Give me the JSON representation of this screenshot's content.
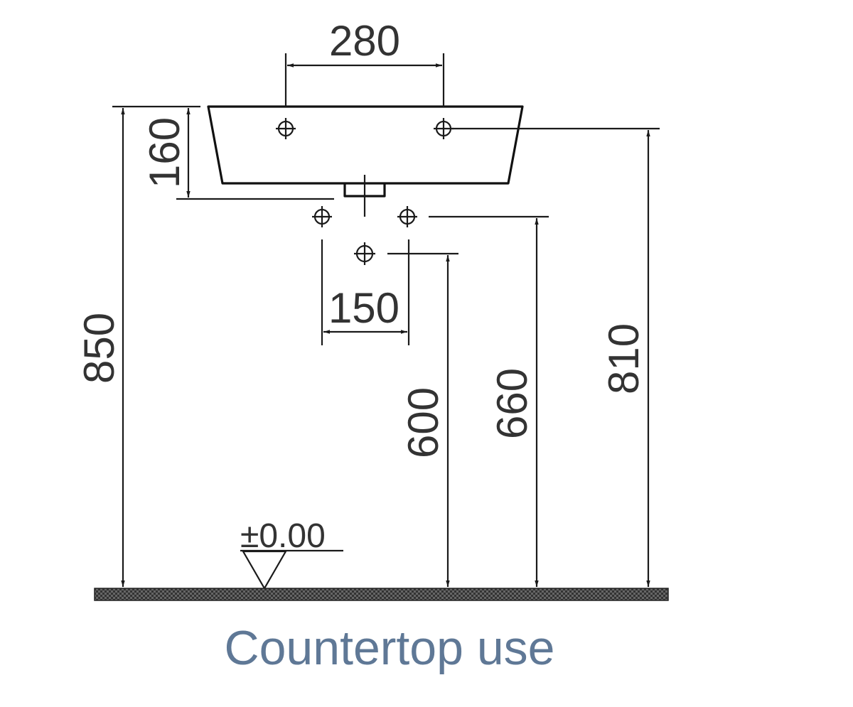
{
  "diagram": {
    "dimensions": {
      "tap_hole_spacing": "280",
      "basin_depth": "160",
      "total_height": "850",
      "waste_spacing": "150",
      "waste_lower_height": "600",
      "waste_upper_height": "660",
      "tap_height": "810"
    },
    "floor_level": "±0.00",
    "caption": "Countertop use",
    "colors": {
      "lines": "#1a1a1a",
      "caption": "#5f7896",
      "floor": "#555555"
    }
  }
}
